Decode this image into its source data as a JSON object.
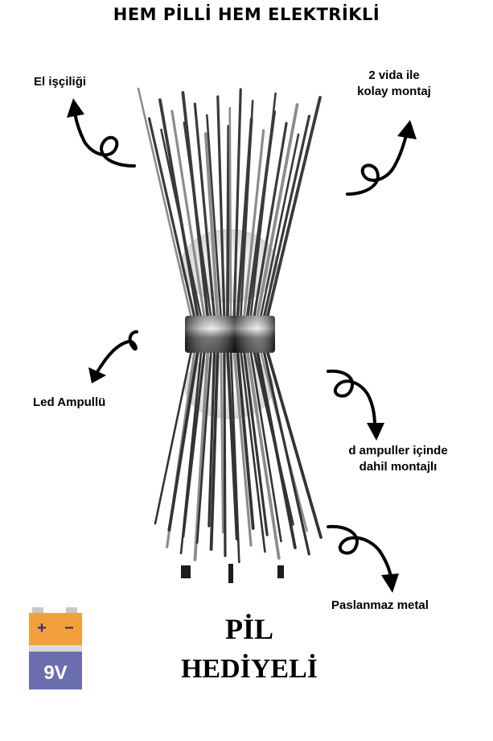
{
  "headline": "HEM PİLLİ HEM ELEKTRİKLİ",
  "features": {
    "handmade": "El işçiliği",
    "mount_line1": "2 vida ile",
    "mount_line2": "kolay montaj",
    "led": "Led Ampullü",
    "bulbs_line1": "d ampuller içinde",
    "bulbs_line2": "dahil montajlı",
    "metal": "Paslanmaz metal"
  },
  "gift": {
    "line1": "PİL",
    "line2": "HEDİYELİ"
  },
  "battery": {
    "plus": "+",
    "minus": "−",
    "voltage": "9V",
    "colors": {
      "top": "#f2a03c",
      "bottom": "#6b6fb0",
      "stripe": "#d9d9d9"
    }
  },
  "icons": {
    "product": "wall-sconce-image",
    "arrows": "curly-arrow-icon",
    "battery": "battery-icon"
  }
}
